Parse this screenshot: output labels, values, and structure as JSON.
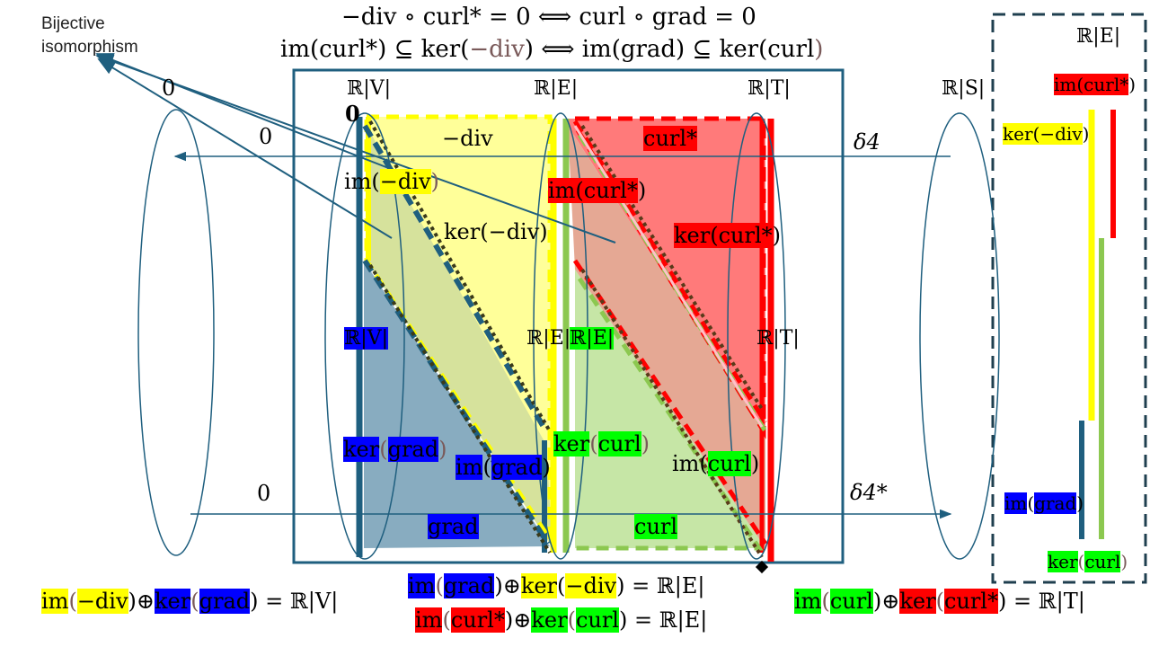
{
  "colors": {
    "border": "#1f5f7f",
    "yellow": "#ffff00",
    "red": "#ff0000",
    "blue": "#0000ff",
    "green": "#00ff00",
    "steel": "#8fb0c4",
    "light_green": "#b8e08a",
    "salmon": "#e8a890"
  },
  "header": {
    "line1": "−div ∘ curl* = 0 ⟺ curl ∘ grad = 0",
    "line2_a": "im(curl*) ⊆ ker(",
    "line2_b": "−div",
    "line2_c": ") ⟺ im(grad) ⊆ ker(curl",
    "line2_d": ")"
  },
  "bijective_label": "Bijective isomorphism",
  "spaces": {
    "rV": "ℝ|V|",
    "rE": "ℝ|E|",
    "rT": "ℝ|T|",
    "rS": "ℝ|S|"
  },
  "zeros": {
    "z1": "0",
    "z2": "0",
    "z3": "0",
    "z4": "0"
  },
  "deltas": {
    "d4": "δ4",
    "d4s": "δ4*"
  },
  "labels": {
    "neg_div": "−div",
    "curl_star": "curl*",
    "im_div_a": "im(",
    "im_div_b": "−div",
    "im_div_c": ")",
    "im_curl_star_a": "im(",
    "im_curl_star_b": "curl*",
    "im_curl_star_c": ")",
    "ker_div": "ker(−div)",
    "ker_curl_star_a": "ker(",
    "ker_curl_star_b": "curl*",
    "ker_curl_star_c": ")",
    "rv_mid": "ℝ|V|",
    "re_mid1": "ℝ|E|",
    "re_mid2": "ℝ|E|",
    "rt_mid": "ℝ|T|",
    "ker_grad_a": "ker",
    "ker_grad_b": "(",
    "ker_grad_c": "grad",
    "ker_grad_d": ")",
    "im_grad_a": "im",
    "im_grad_b": "(",
    "im_grad_c": "grad",
    "im_grad_d": ")",
    "ker_curl_a": "ker",
    "ker_curl_b": "(",
    "ker_curl_c": "curl",
    "ker_curl_d": ")",
    "im_curl_a": "im(",
    "im_curl_b": "curl",
    "im_curl_c": ")",
    "grad": "grad",
    "curl": "curl"
  },
  "side_panel": {
    "rE": "ℝ|E|",
    "im_curl_star_a": "im(",
    "im_curl_star_b": "curl*",
    "im_curl_star_c": ")",
    "ker_div_a": "ker(",
    "ker_div_b": "−div",
    "ker_div_c": ")",
    "im_grad_a": "im",
    "im_grad_b": "(",
    "im_grad_c": "grad",
    "im_grad_d": ")",
    "ker_curl_a": "ker",
    "ker_curl_b": "(",
    "ker_curl_c": "curl",
    "ker_curl_d": ")"
  },
  "equations": {
    "eq1_a": "im",
    "eq1_b": "(",
    "eq1_c": "−div",
    "eq1_d": ")⊕",
    "eq1_e": "ker",
    "eq1_f": "(",
    "eq1_g": "grad",
    "eq1_h": ") = ℝ|V|",
    "eq2_a": "im",
    "eq2_b": "(",
    "eq2_c": "grad",
    "eq2_d": ")⊕",
    "eq2_e": "ker",
    "eq2_f": "(",
    "eq2_g": "−div",
    "eq2_h": ") = ℝ|E|",
    "eq3_a": "im",
    "eq3_b": "(",
    "eq3_c": "curl*",
    "eq3_d": ")⊕",
    "eq3_e": "ker",
    "eq3_f": "(",
    "eq3_g": "curl",
    "eq3_h": ") = ℝ|E|",
    "eq4_a": "im",
    "eq4_b": "(",
    "eq4_c": "curl",
    "eq4_d": ")⊕",
    "eq4_e": "ker",
    "eq4_f": "(",
    "eq4_g": "curl*",
    "eq4_h": ") = ℝ|T|"
  }
}
